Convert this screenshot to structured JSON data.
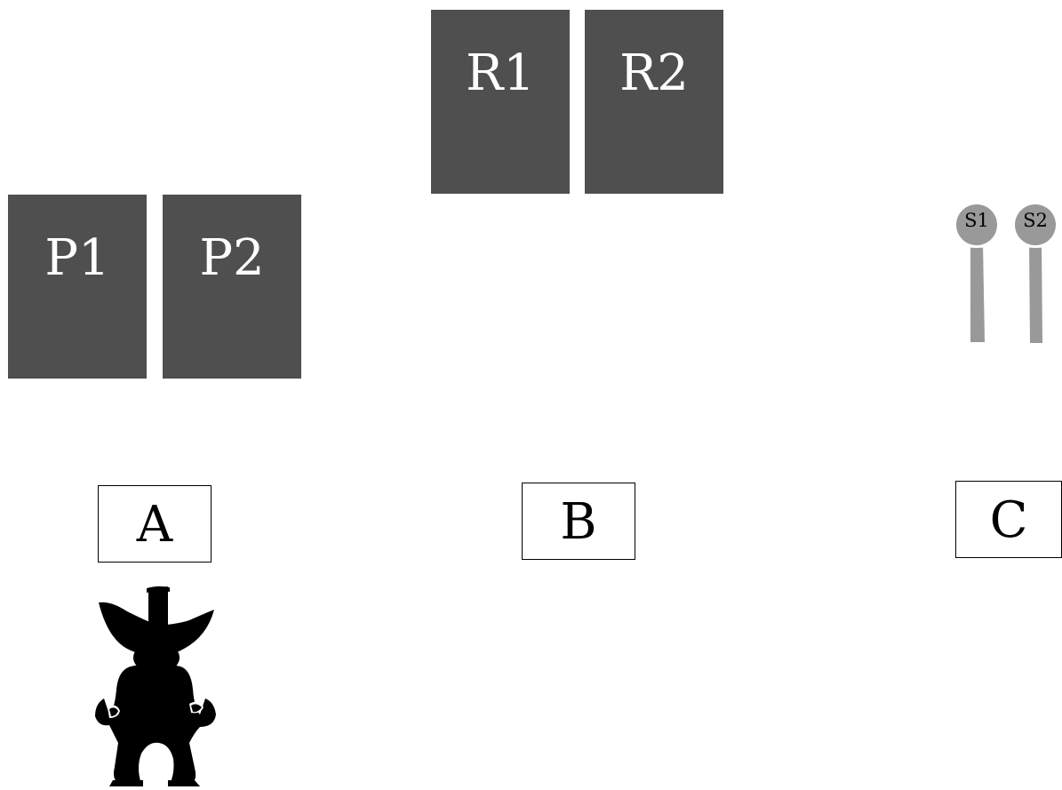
{
  "cards": {
    "r1": "R1",
    "r2": "R2",
    "p1": "P1",
    "p2": "P2"
  },
  "switches": {
    "s1": "S1",
    "s2": "S2"
  },
  "positions": {
    "a": "A",
    "b": "B",
    "c": "C"
  },
  "colors": {
    "card": "#4f4f4f",
    "card_text": "#ffffff",
    "switch": "#999999",
    "silhouette": "#000000"
  },
  "icons": {
    "character": "cowboy-silhouette-icon",
    "switch": "lever-switch-icon"
  }
}
